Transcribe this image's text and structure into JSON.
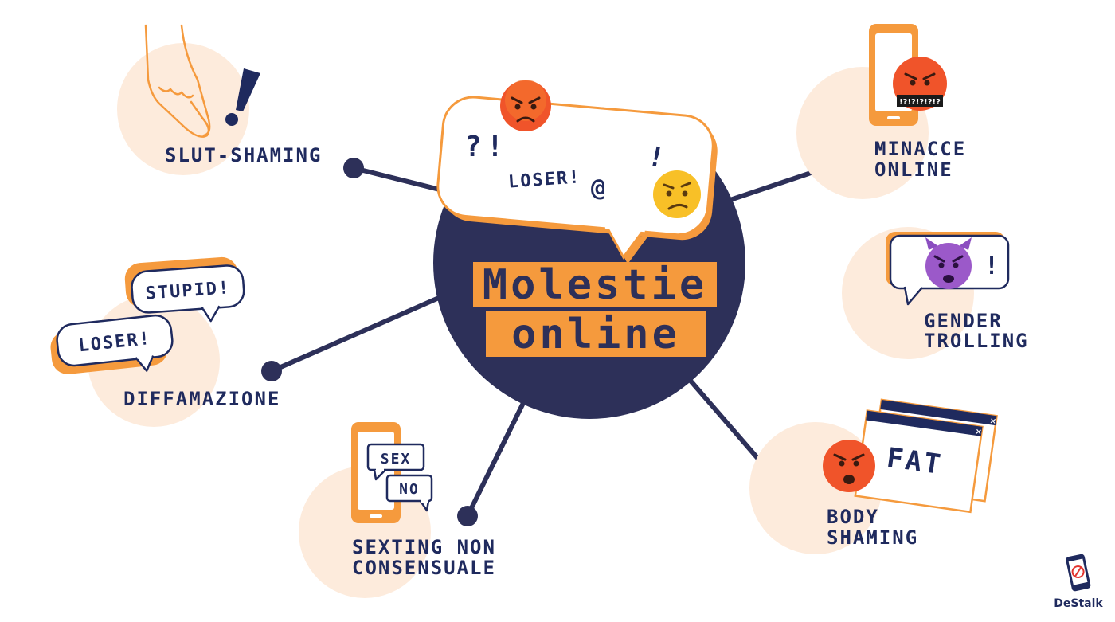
{
  "center": {
    "line1": "Molestie",
    "line2": "online"
  },
  "center_bubble": {
    "marks1": "?!",
    "text": "LOSER!",
    "at": "@",
    "excl": "!"
  },
  "nodes": {
    "slut_shaming": {
      "label": "SLUT-SHAMING"
    },
    "minacce": {
      "line1": "MINACCE",
      "line2": "ONLINE",
      "censor": "!?!?!?!?!?"
    },
    "gender_trolling": {
      "line1": "GENDER",
      "line2": "TROLLING",
      "excl": "!"
    },
    "diffamazione": {
      "label": "DIFFAMAZIONE",
      "bubble1": "STUPID!",
      "bubble2": "LOSER!"
    },
    "sexting": {
      "line1": "SEXTING NON",
      "line2": "CONSENSUALE",
      "msg1": "SEX",
      "msg2": "NO"
    },
    "body_shaming": {
      "line1": "BODY",
      "line2": "SHAMING",
      "window_text": "FAT"
    }
  },
  "brand": {
    "name": "DeStalk"
  },
  "colors": {
    "navy": "#2d3059",
    "orange": "#f59a3d",
    "peach": "#fdebdc",
    "label": "#1f2a5e"
  }
}
